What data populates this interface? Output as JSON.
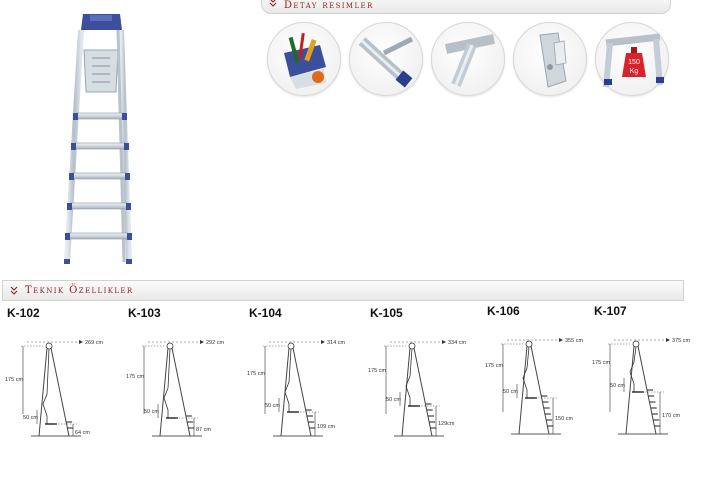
{
  "detay": {
    "title": "Detay resimler",
    "thumbnails": [
      {
        "icon": "tool-tray-icon"
      },
      {
        "icon": "rail-connector-icon"
      },
      {
        "icon": "t-joint-icon"
      },
      {
        "icon": "hinge-icon"
      },
      {
        "icon": "weight-capacity-icon",
        "badge_line1": "150",
        "badge_line2": "Kg"
      }
    ]
  },
  "teknik": {
    "title": "Teknik Özellikler",
    "models": [
      {
        "name": "K-102",
        "total": "269 cm",
        "h175": "175 cm",
        "h50": "50 cm",
        "platform": "64 cm"
      },
      {
        "name": "K-103",
        "total": "292 cm",
        "h175": "175 cm",
        "h50": "50 cm",
        "platform": "87 cm"
      },
      {
        "name": "K-104",
        "total": "314 cm",
        "h175": "175 cm",
        "h50": "50 cm",
        "platform": "109 cm"
      },
      {
        "name": "K-105",
        "total": "334 cm",
        "h175": "175 cm",
        "h50": "50 cm",
        "platform": "129cm"
      },
      {
        "name": "K-106",
        "total": "355 cm",
        "h175": "175 cm",
        "h50": "50 cm",
        "platform": "150 cm"
      },
      {
        "name": "K-107",
        "total": "375 cm",
        "h175": "175 cm",
        "h50": "50 cm",
        "platform": "170 cm"
      }
    ]
  },
  "colors": {
    "header_title": "#8e1b1b",
    "ladder_blue": "#2c3f8f",
    "aluminium": "#c9d1d8"
  }
}
